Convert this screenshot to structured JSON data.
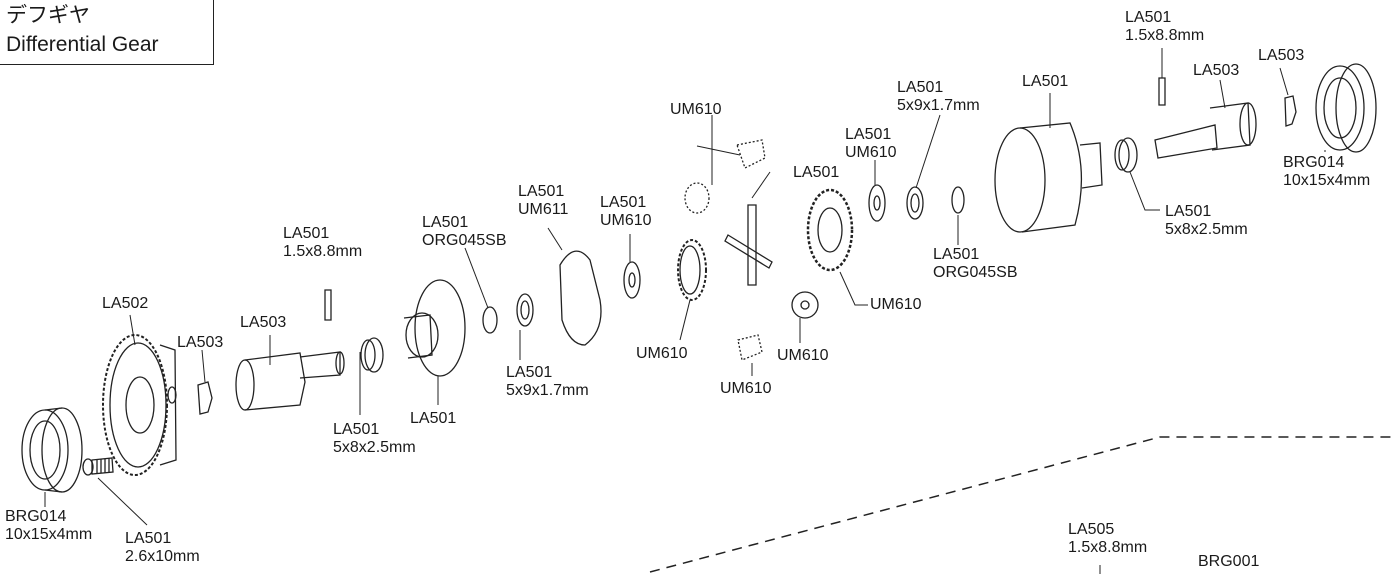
{
  "title": {
    "jp": "デフギヤ",
    "en": "Differential Gear"
  },
  "labels": {
    "brg014_left": [
      "BRG014",
      "10x15x4mm"
    ],
    "la501_screw": [
      "LA501",
      "2.6x10mm"
    ],
    "la502": [
      "LA502"
    ],
    "la503_clip_left": [
      "LA503"
    ],
    "la503_cup_left": [
      "LA503"
    ],
    "la501_pin_left": [
      "LA501",
      "1.5x8.8mm"
    ],
    "la501_bush_left": [
      "LA501",
      "5x8x2.5mm"
    ],
    "la501_case_left": [
      "LA501"
    ],
    "la501_oring_left": [
      "LA501",
      "ORG045SB"
    ],
    "la501_washer_left": [
      "LA501",
      "5x9x1.7mm"
    ],
    "la501_gasket": [
      "LA501",
      "UM611"
    ],
    "la501_shim_left": [
      "LA501",
      "UM610"
    ],
    "um610_gear_left": [
      "UM610"
    ],
    "um610_top": [
      "UM610"
    ],
    "la501_cross": [
      "LA501"
    ],
    "um610_bottom": [
      "UM610"
    ],
    "um610_small_right": [
      "UM610"
    ],
    "um610_ring": [
      "UM610"
    ],
    "la501_shim_right": [
      "LA501",
      "UM610"
    ],
    "la501_washer_right": [
      "LA501",
      "5x9x1.7mm"
    ],
    "la501_oring_right": [
      "LA501",
      "ORG045SB"
    ],
    "la501_case_right": [
      "LA501"
    ],
    "la501_bush_right": [
      "LA501",
      "5x8x2.5mm"
    ],
    "la501_pin_right": [
      "LA501",
      "1.5x8.8mm"
    ],
    "la503_cup_right": [
      "LA503"
    ],
    "la503_clip_right": [
      "LA503"
    ],
    "brg014_right": [
      "BRG014",
      "10x15x4mm"
    ],
    "la505": [
      "LA505",
      "1.5x8.8mm"
    ],
    "brg001": [
      "BRG001"
    ]
  }
}
